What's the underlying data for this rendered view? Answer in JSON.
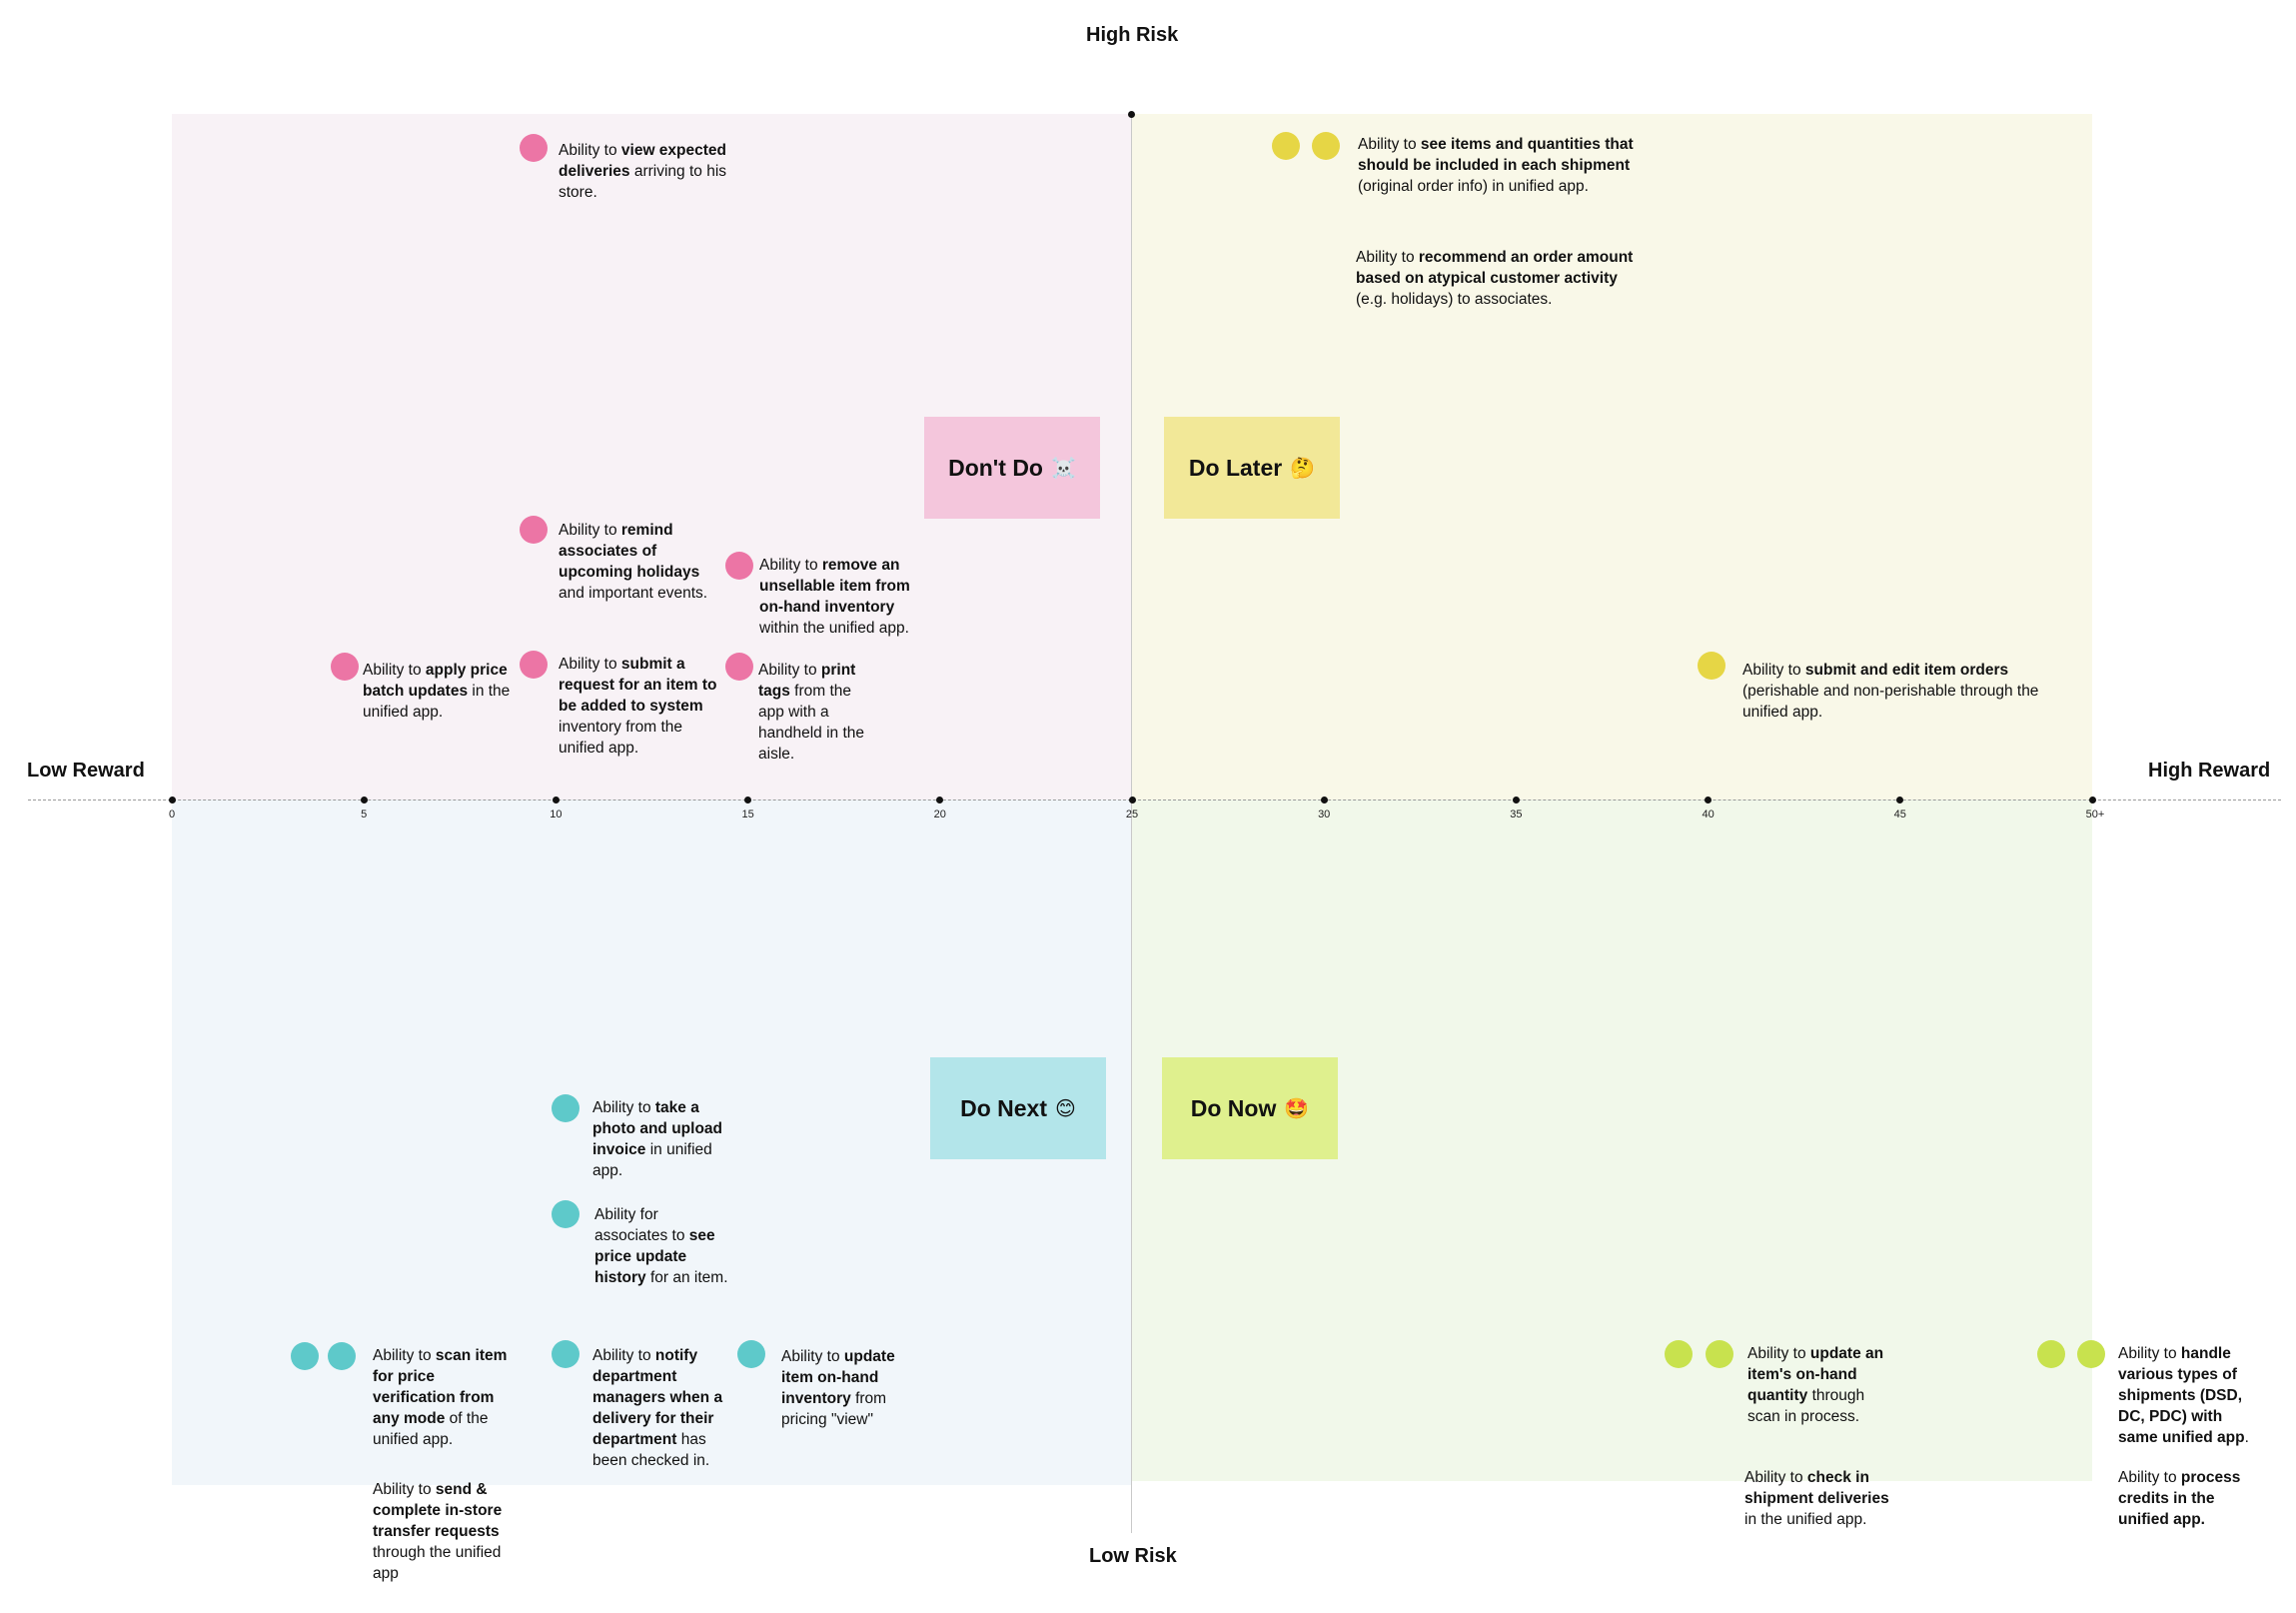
{
  "axes": {
    "top": "High Risk",
    "bottom": "Low Risk",
    "left": "Low Reward",
    "right": "High Reward",
    "ticks": [
      "0",
      "5",
      "10",
      "15",
      "20",
      "25",
      "30",
      "35",
      "40",
      "45",
      "50+"
    ]
  },
  "categories": {
    "dont_do": {
      "label": "Don't Do",
      "emoji": "☠️",
      "color": "#f4c6dc"
    },
    "do_later": {
      "label": "Do Later",
      "emoji": "🤔",
      "color": "#f2e898"
    },
    "do_next": {
      "label": "Do Next",
      "emoji": "😊",
      "color": "#b3e5ea"
    },
    "do_now": {
      "label": "Do Now",
      "emoji": "🤩",
      "color": "#dff08e"
    }
  },
  "colors": {
    "pink": "#ec75a5",
    "yellow": "#e6d645",
    "teal": "#5ec9ca",
    "lime": "#c8e24e",
    "q_top_left": "#f8f2f6",
    "q_top_right": "#f9f8e8",
    "q_bottom_left": "#f1f6fa",
    "q_bottom_right": "#f1f8ea"
  },
  "notes": {
    "dont_do": [
      [
        "Ability to ",
        "view expected deliveries",
        " arriving to his store."
      ],
      [
        "Ability to ",
        "remind associates of upcoming holidays",
        " and important events."
      ],
      [
        "Ability to ",
        "remove an unsellable item from on-hand inventory",
        " within the unified app."
      ],
      [
        "Ability to ",
        "apply price batch updates",
        " in the unified app."
      ],
      [
        "Ability to ",
        "submit a request for an item to be added to system",
        " inventory from the unified app."
      ],
      [
        "Ability to ",
        "print tags",
        " from the app with a handheld in the aisle."
      ]
    ],
    "do_later": [
      [
        "Ability to ",
        "see items and quantities that should be included in each shipment",
        " (original order info) in unified app."
      ],
      [
        "Ability to ",
        "recommend an order amount based on atypical customer activity",
        " (e.g. holidays) to associates."
      ],
      [
        "Ability to ",
        "submit and edit item orders",
        " (perishable and non-perishable through the unified app."
      ]
    ],
    "do_next": [
      [
        "Ability to ",
        "take a photo and upload invoice",
        " in unified app."
      ],
      [
        "Ability for associates to ",
        "see price update history",
        " for an item."
      ],
      [
        "Ability to ",
        "scan item for price verification from any mode",
        " of the unified app."
      ],
      [
        "Ability to ",
        "send & complete in-store transfer requests",
        " through the unified app"
      ],
      [
        "Ability to ",
        "notify department managers when a delivery for their department",
        " has been checked in."
      ],
      [
        "Ability to ",
        "update item on-hand inventory",
        " from pricing \"view\""
      ]
    ],
    "do_now": [
      [
        "Ability to ",
        "update an item's on-hand quantity",
        " through scan in process."
      ],
      [
        "Ability to ",
        "check in shipment deliveries",
        " in the unified app."
      ],
      [
        "Ability to ",
        "handle various types of shipments (DSD, DC, PDC) with same unified app",
        "."
      ],
      [
        "Ability to ",
        "process credits in the unified app.",
        ""
      ]
    ]
  }
}
